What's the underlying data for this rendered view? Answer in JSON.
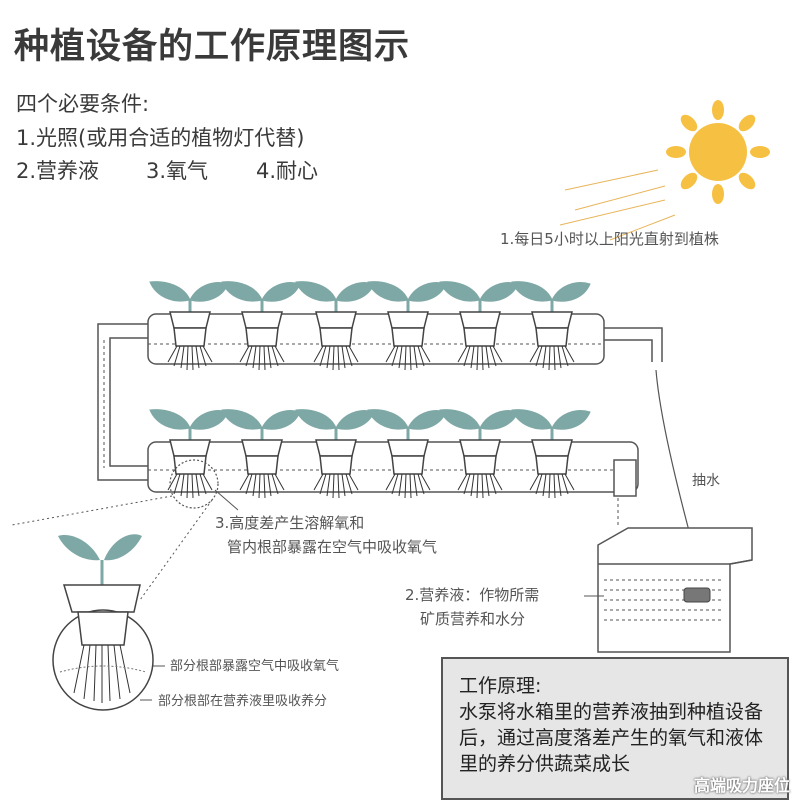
{
  "title": "种植设备的工作原理图示",
  "conditions": {
    "heading": "四个必要条件:",
    "line1": "1.光照(或用合适的植物灯代替)",
    "line2_a": "2.营养液",
    "line2_b": "3.氧气",
    "line2_c": "4.耐心"
  },
  "sun_note": "1.每日5小时以上阳光直射到植株",
  "pump_label": "抽水",
  "oxygen_note": {
    "line1": "3.高度差产生溶解氧和",
    "line2": "管内根部暴露在空气中吸收氧气"
  },
  "nutrient_note": {
    "line1": "2.营养液：作物所需",
    "line2": "矿质营养和水分"
  },
  "root_note_air": "部分根部暴露空气中吸收氧气",
  "root_note_liquid": "部分根部在营养液里吸收养分",
  "principle": {
    "title": "工作原理:",
    "body": "水泵将水箱里的营养液抽到种植设备后，通过高度落差产生的氧气和液体里的养分供蔬菜成长"
  },
  "watermark": "高端吸力座位",
  "colors": {
    "sun": "#f6c042",
    "leaf": "#7ea8a5",
    "line": "#555555",
    "panel_bg": "#e6e6e6"
  }
}
